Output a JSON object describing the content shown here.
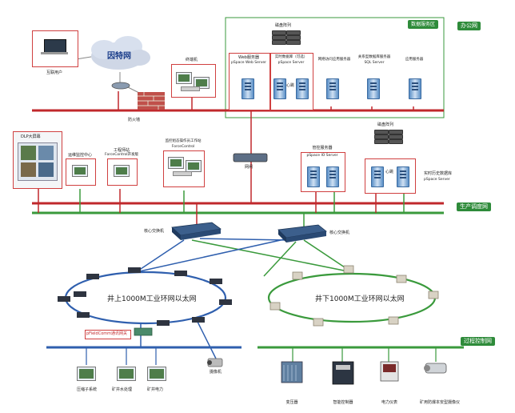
{
  "zones": {
    "office": "办公网",
    "production": "生产调度网",
    "control": "过程控制网",
    "data_center": "数据服务区"
  },
  "internet": {
    "cloud": "因特网",
    "remote_user": "互联用户",
    "firewall": "防火墙"
  },
  "office_net": {
    "desktop": "终端机",
    "storage_array": "磁盘阵列",
    "web_server": {
      "line1": "Web服务器",
      "line2": "pSpace Web Server"
    },
    "db_server": {
      "line1": "实时数据库（可选）",
      "line2": "pSpace Server"
    },
    "cluster_label": "心跳",
    "web_access_server": "网络访问应用服务器",
    "relational_db": {
      "line1": "关系型数据库服务器",
      "line2": "SQL Server"
    },
    "app_server": "应用服务器"
  },
  "production_net": {
    "wall_display": "DLP大屏幕",
    "monitor_station": "运维监控中心",
    "engineer_station": {
      "line1": "工程师站",
      "line2": "ForceControl开发版"
    },
    "operator_station": {
      "line1": "监控组态操作员工作站",
      "line2": "ForceControl"
    },
    "gateway": "网闸",
    "backup_server": {
      "line1": "管控服务器",
      "line2": "pSpace IO Server"
    },
    "storage_array": "磁盘阵列",
    "cluster_label": "心跳",
    "realtime_db": {
      "line1": "实时历史数据库",
      "line2": "pSpace Server"
    }
  },
  "switches": {
    "left": "核心交换机",
    "right": "核心交换机"
  },
  "rings": {
    "left": "井上1000M工业环网以太网",
    "right": "井下1000M工业环网以太网"
  },
  "control_net": {
    "comm_gateway": "pFieldComm通讯网关",
    "camera": "摄像机",
    "devices_left": [
      "压缩子系统",
      "矿井水处理",
      "矿井电力"
    ],
    "devices_right": [
      "变压器",
      "智能控制器",
      "电力仪表",
      "矿用防爆本安型摄像仪"
    ]
  },
  "colors": {
    "red_bus": "#c0282c",
    "green_bus": "#3a9a3c",
    "blue_bus": "#2f5fae",
    "ring_blue": "#2f5fae",
    "ring_green": "#3a9a3c",
    "tag_green": "#2e8b3a"
  }
}
